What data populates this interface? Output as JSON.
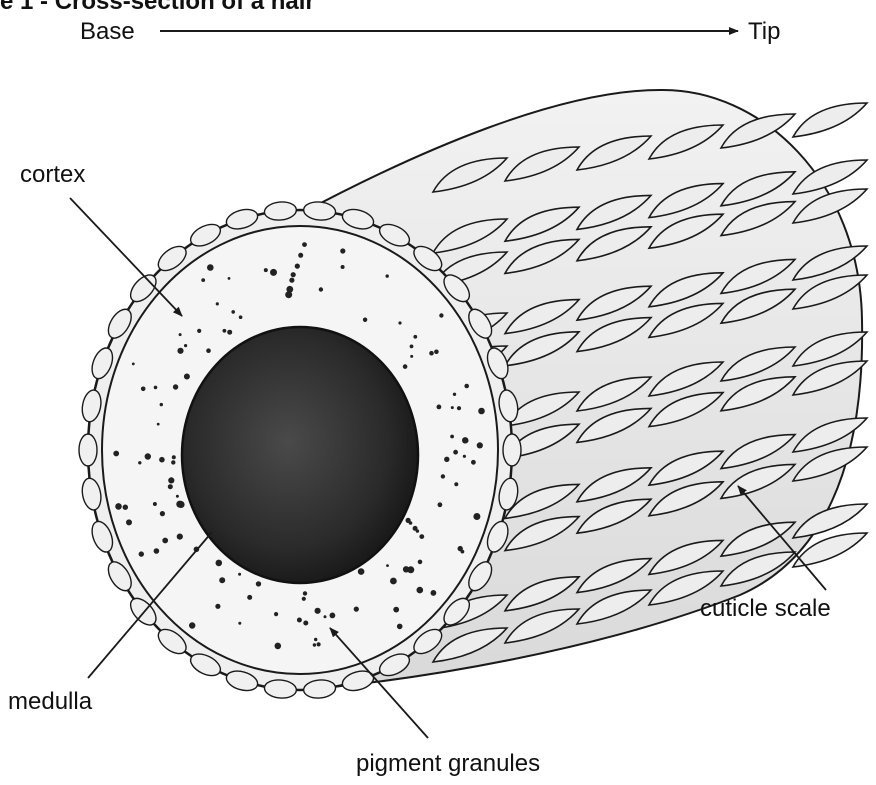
{
  "figure": {
    "title": "e 1 - Cross-section of a hair",
    "direction": {
      "start": "Base",
      "end": "Tip"
    },
    "labels": {
      "cortex": "cortex",
      "cuticle_scale": "cuticle scale",
      "medulla": "medulla",
      "pigment_granules": "pigment granules"
    }
  },
  "colors": {
    "line": "#1a1a1a",
    "scale_fill": "#ededed",
    "cortex_fill": "#f4f4f4",
    "medulla_fill": "#2b2b2b",
    "granule": "#222222"
  }
}
